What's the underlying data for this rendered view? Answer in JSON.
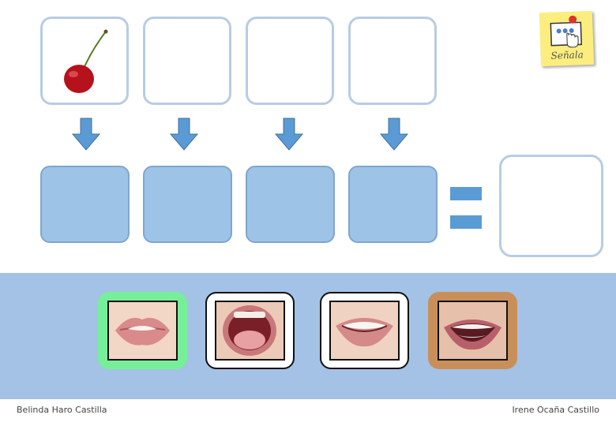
{
  "sign": {
    "label": "Señala",
    "icon": "pointing-hand-icon"
  },
  "top_slots": [
    {
      "name": "slot-1",
      "content": "cherry-image"
    },
    {
      "name": "slot-2",
      "content": ""
    },
    {
      "name": "slot-3",
      "content": ""
    },
    {
      "name": "slot-4",
      "content": ""
    }
  ],
  "choices": [
    {
      "name": "choice-lips-closed",
      "highlight": "#77ee99"
    },
    {
      "name": "choice-mouth-open",
      "highlight": "#ffffff"
    },
    {
      "name": "choice-smile-teeth",
      "highlight": "#ffffff"
    },
    {
      "name": "choice-smile-wide",
      "highlight": "#c98f5a"
    }
  ],
  "colors": {
    "slot_border": "#b8cce4",
    "answer_fill": "#9dc3e6",
    "arrow": "#5b9bd5",
    "tray": "#a3c2e5"
  },
  "footer": {
    "left": "Belinda Haro Castilla",
    "right": "Irene Ocaña Castillo"
  }
}
